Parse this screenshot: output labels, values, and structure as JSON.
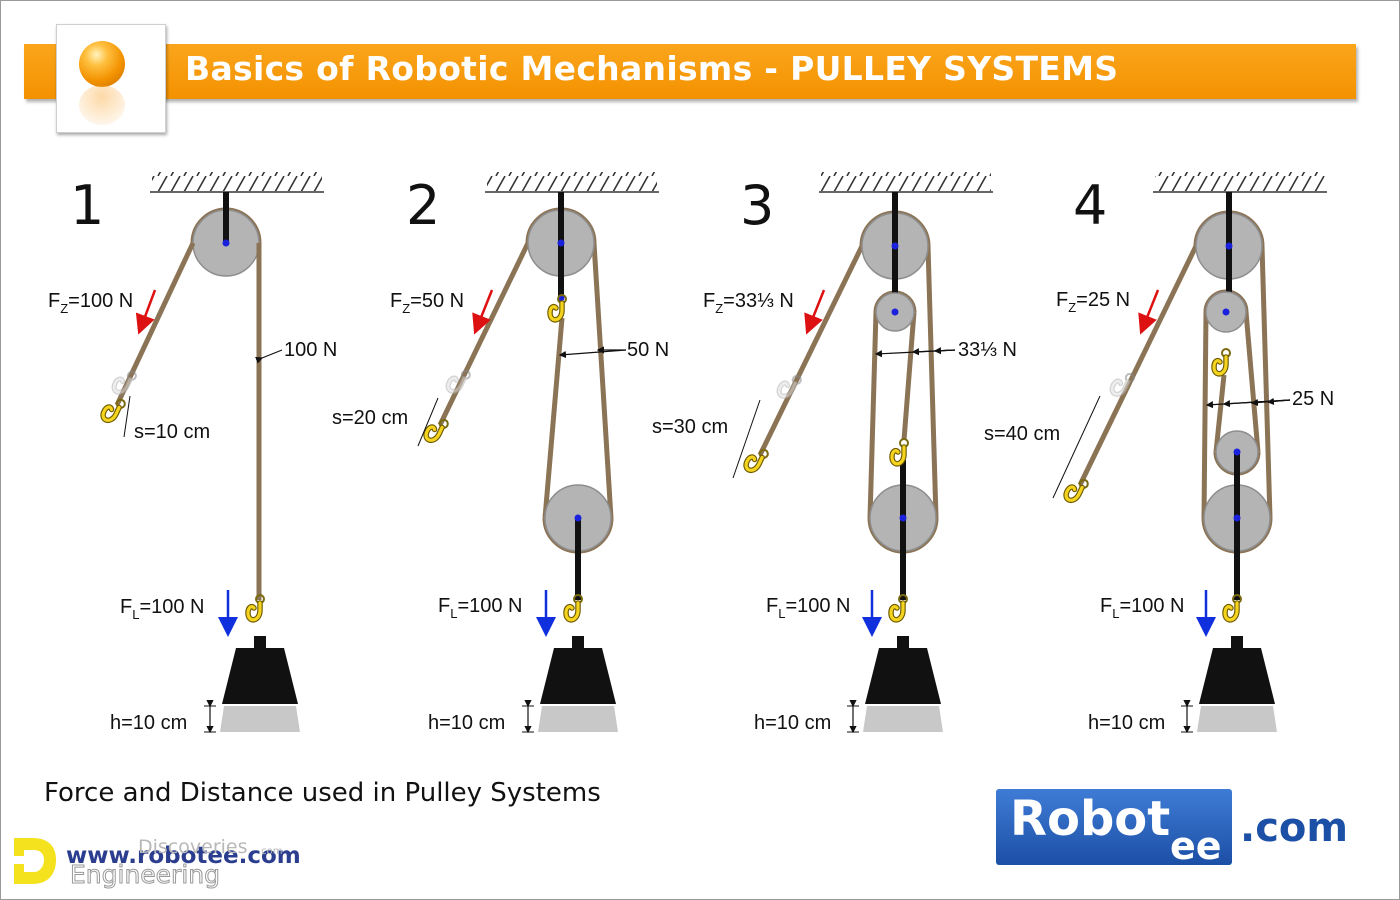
{
  "title": "Basics of Robotic Mechanisms - PULLEY SYSTEMS",
  "caption": "Force and Distance used in Pulley Systems",
  "brand": {
    "main": "Robot",
    "sub": "ee",
    "suffix": ".com",
    "url": "www.robotee.com"
  },
  "watermark": {
    "top": "Discoveries",
    "domain": ".com",
    "bottom": "Engineering",
    "logo_icon": "ed-logo-icon"
  },
  "colors": {
    "title_bar": "#f39200",
    "rope": "#8b7355",
    "pulley": "#b4b4b4",
    "hook": "#f4d41e",
    "effort_arrow": "#dd1111",
    "load_arrow": "#1030dd",
    "weight": "#111111",
    "brand_blue": "#1c4fa6"
  },
  "systems": [
    {
      "number": "1",
      "effort_label": "F",
      "effort_sub": "Z",
      "effort_value": "=100 N",
      "rope_force": "100 N",
      "distance": "s=10 cm",
      "load_label": "F",
      "load_sub": "L",
      "load_value": "=100 N",
      "height": "h=10 cm"
    },
    {
      "number": "2",
      "effort_label": "F",
      "effort_sub": "Z",
      "effort_value": "=50 N",
      "rope_force": "50 N",
      "distance": "s=20 cm",
      "load_label": "F",
      "load_sub": "L",
      "load_value": "=100 N",
      "height": "h=10 cm"
    },
    {
      "number": "3",
      "effort_label": "F",
      "effort_sub": "Z",
      "effort_value": "=33⅓ N",
      "rope_force": "33⅓ N",
      "distance": "s=30 cm",
      "load_label": "F",
      "load_sub": "L",
      "load_value": "=100 N",
      "height": "h=10 cm"
    },
    {
      "number": "4",
      "effort_label": "F",
      "effort_sub": "Z",
      "effort_value": "=25 N",
      "rope_force": "25 N",
      "distance": "s=40 cm",
      "load_label": "F",
      "load_sub": "L",
      "load_value": "=100 N",
      "height": "h=10 cm"
    }
  ]
}
